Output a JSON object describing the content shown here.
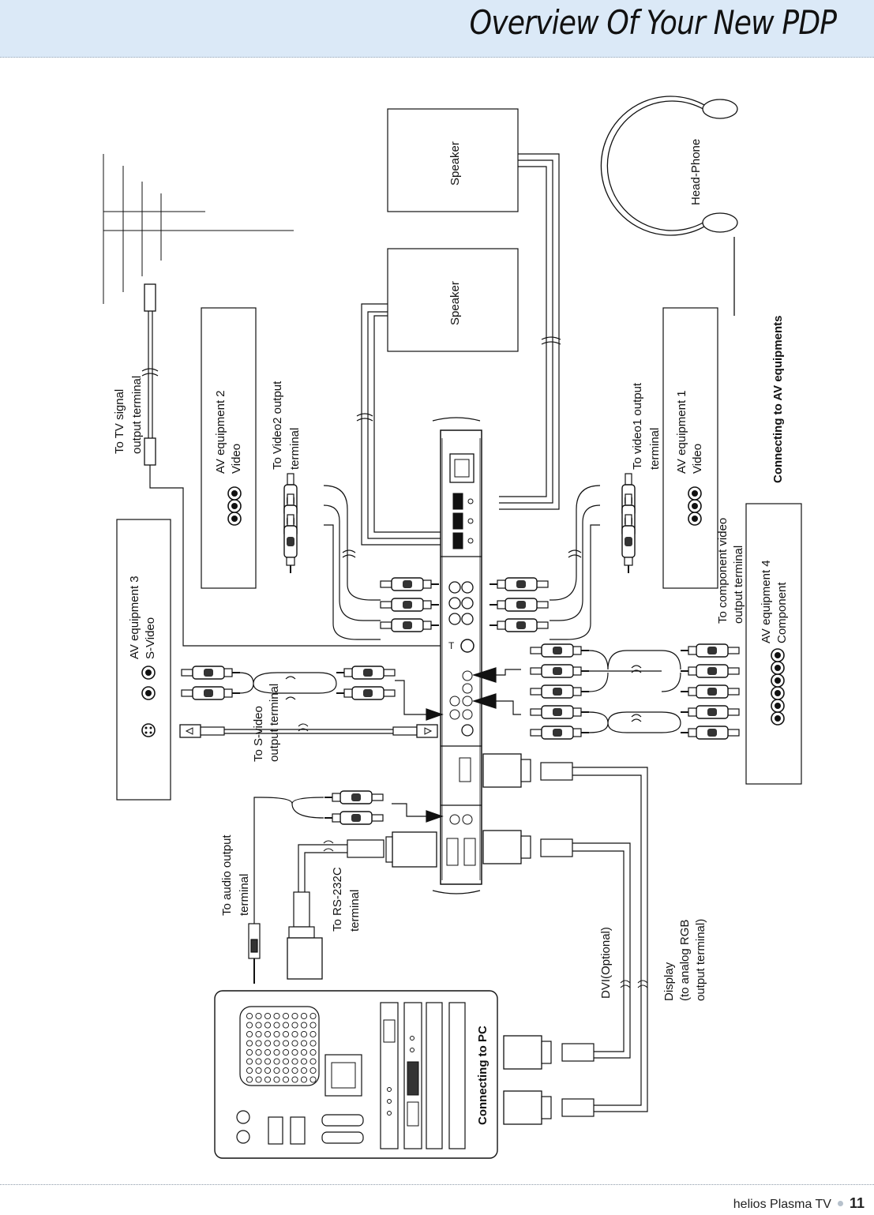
{
  "title": "Overview Of Your New PDP",
  "footer": {
    "brand": "helios Plasma TV",
    "page_number": "11"
  },
  "labels": {
    "speaker_1": "Speaker",
    "speaker_2": "Speaker",
    "head_phone": "Head-Phone",
    "tv_signal": [
      "To TV signal",
      "output terminal"
    ],
    "av2_box": [
      "AV equipment 2",
      "Video"
    ],
    "av2_out": [
      "To Video2 output",
      "terminal"
    ],
    "av1_out": [
      "To video1 output",
      "terminal"
    ],
    "av1_box": [
      "AV equipment 1",
      "Video"
    ],
    "connecting_av": "Connecting to AV equipments",
    "av3_box": [
      "AV equipment 3",
      "S-Video"
    ],
    "av4_box": [
      "AV equipment 4",
      "Component"
    ],
    "component_out": [
      "To component video",
      "output terminal"
    ],
    "svideo_out": [
      "To S-video",
      "output terminal"
    ],
    "audio_out": [
      "To audio output",
      "terminal"
    ],
    "rs232c": [
      "To RS-232C",
      "terminal"
    ],
    "dvi": "DVI(Optional)",
    "display": [
      "Display",
      "(to analog RGB",
      "output terminal)"
    ],
    "connecting_pc": "Connecting to PC"
  }
}
